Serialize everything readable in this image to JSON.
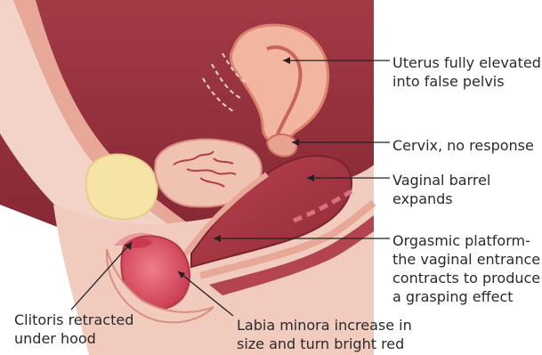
{
  "annotations": {
    "uterus": "Uterus fully elevated\ninto false pelvis",
    "cervix": "Cervix, no response",
    "vaginal_barrel": "Vaginal barrel\nexpands",
    "orgasmic_platform": "Orgasmic platform-\nthe vaginal entrance\ncontracts to produce\na grasping effect",
    "clitoris": "Clitoris retracted\nunder hood",
    "labia_minora": "Labia minora increase in\nsize and turn bright red"
  },
  "colors": {
    "background_dark": "#8e2a36",
    "tissue_light": "#f3d3c8",
    "tissue_pink": "#eeb8a6",
    "uterus": "#f2b5a0",
    "vagina_dark": "#a8333c",
    "labia": "#d95366",
    "bone": "#f5e4a6",
    "leader_line": "#222222"
  }
}
